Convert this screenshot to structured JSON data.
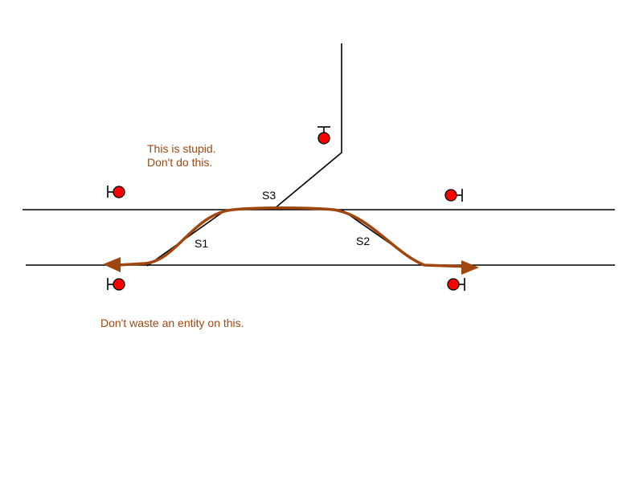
{
  "colors": {
    "track": "#000000",
    "route": "#a0460f",
    "note": "#a0460f",
    "signal_fill": "#ff0000",
    "signal_stroke": "#000000"
  },
  "switches": {
    "s1": "S1",
    "s2": "S2",
    "s3": "S3"
  },
  "notes": {
    "top_line1": "This is stupid.",
    "top_line2": "Don't do this.",
    "bottom": "Don't waste an entity on this."
  }
}
